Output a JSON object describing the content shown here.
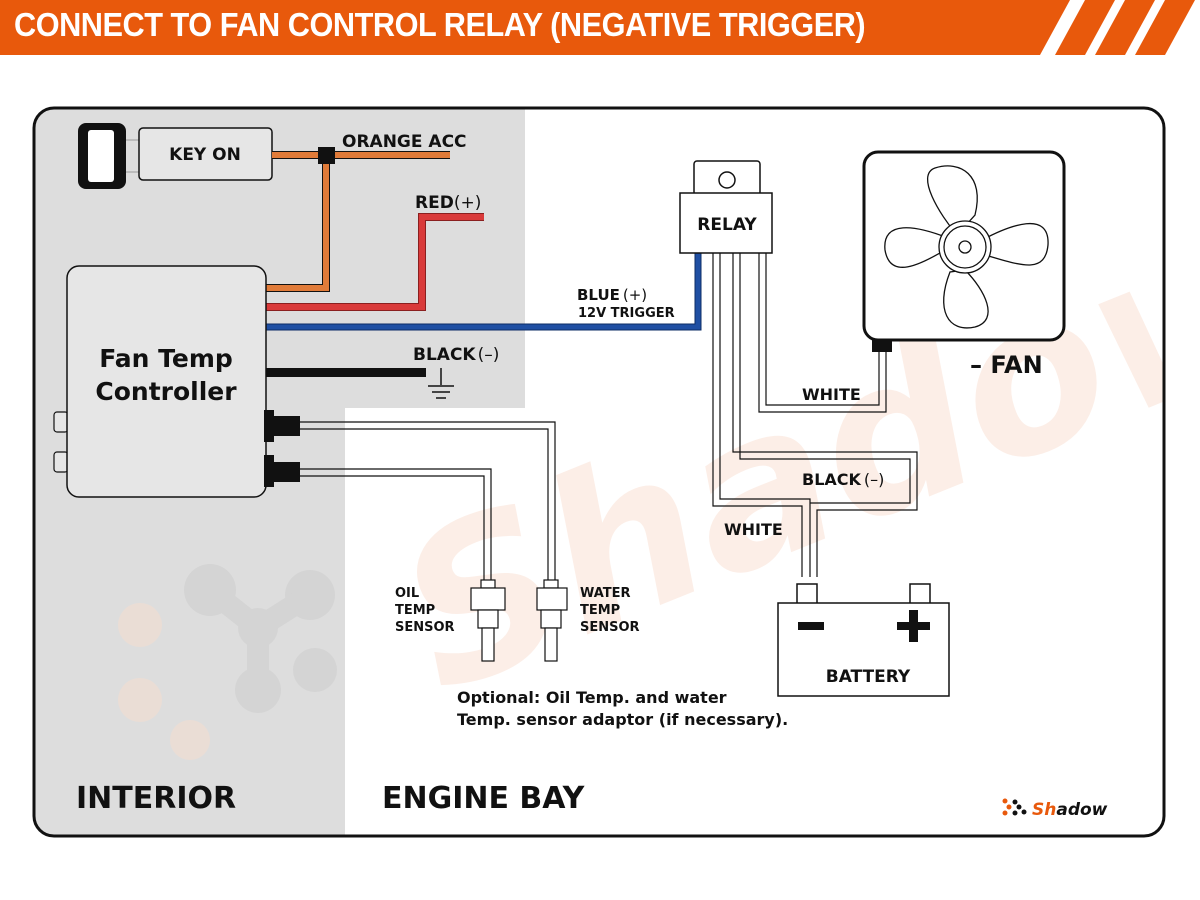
{
  "header": {
    "title": "CONNECT TO FAN CONTROL RELAY (NEGATIVE TRIGGER)",
    "accent_color": "#e8590c"
  },
  "zones": {
    "interior": "INTERIOR",
    "engine_bay": "ENGINE BAY"
  },
  "components": {
    "key_on": "KEY ON",
    "controller_line1": "Fan Temp",
    "controller_line2": "Controller",
    "relay": "RELAY",
    "fan": "– FAN",
    "battery": "BATTERY",
    "battery_neg": "–",
    "battery_pos": "+",
    "oil_sensor": [
      "OIL",
      "TEMP",
      "SENSOR"
    ],
    "water_sensor": [
      "WATER",
      "TEMP",
      "SENSOR"
    ]
  },
  "wires": {
    "orange": {
      "label": "ORANGE ACC",
      "color": "#e07b39"
    },
    "red": {
      "label": "RED",
      "polarity": "(+)",
      "color": "#d93a3a"
    },
    "blue": {
      "label": "BLUE",
      "polarity": "(+)",
      "sublabel": "12V TRIGGER",
      "color": "#1f4fa3"
    },
    "black_ground": {
      "label": "BLACK",
      "polarity": "(–)",
      "color": "#111111"
    },
    "white_fan": {
      "label": "WHITE"
    },
    "black_battery": {
      "label": "BLACK",
      "polarity": "(–)"
    },
    "white_battery": {
      "label": "WHITE"
    }
  },
  "note": {
    "line1": "Optional: Oil Temp. and water",
    "line2": "Temp. sensor adaptor (if necessary)."
  },
  "brand": {
    "name_prefix": "Sh",
    "name_suffix": "adow",
    "color": "#e8590c"
  }
}
